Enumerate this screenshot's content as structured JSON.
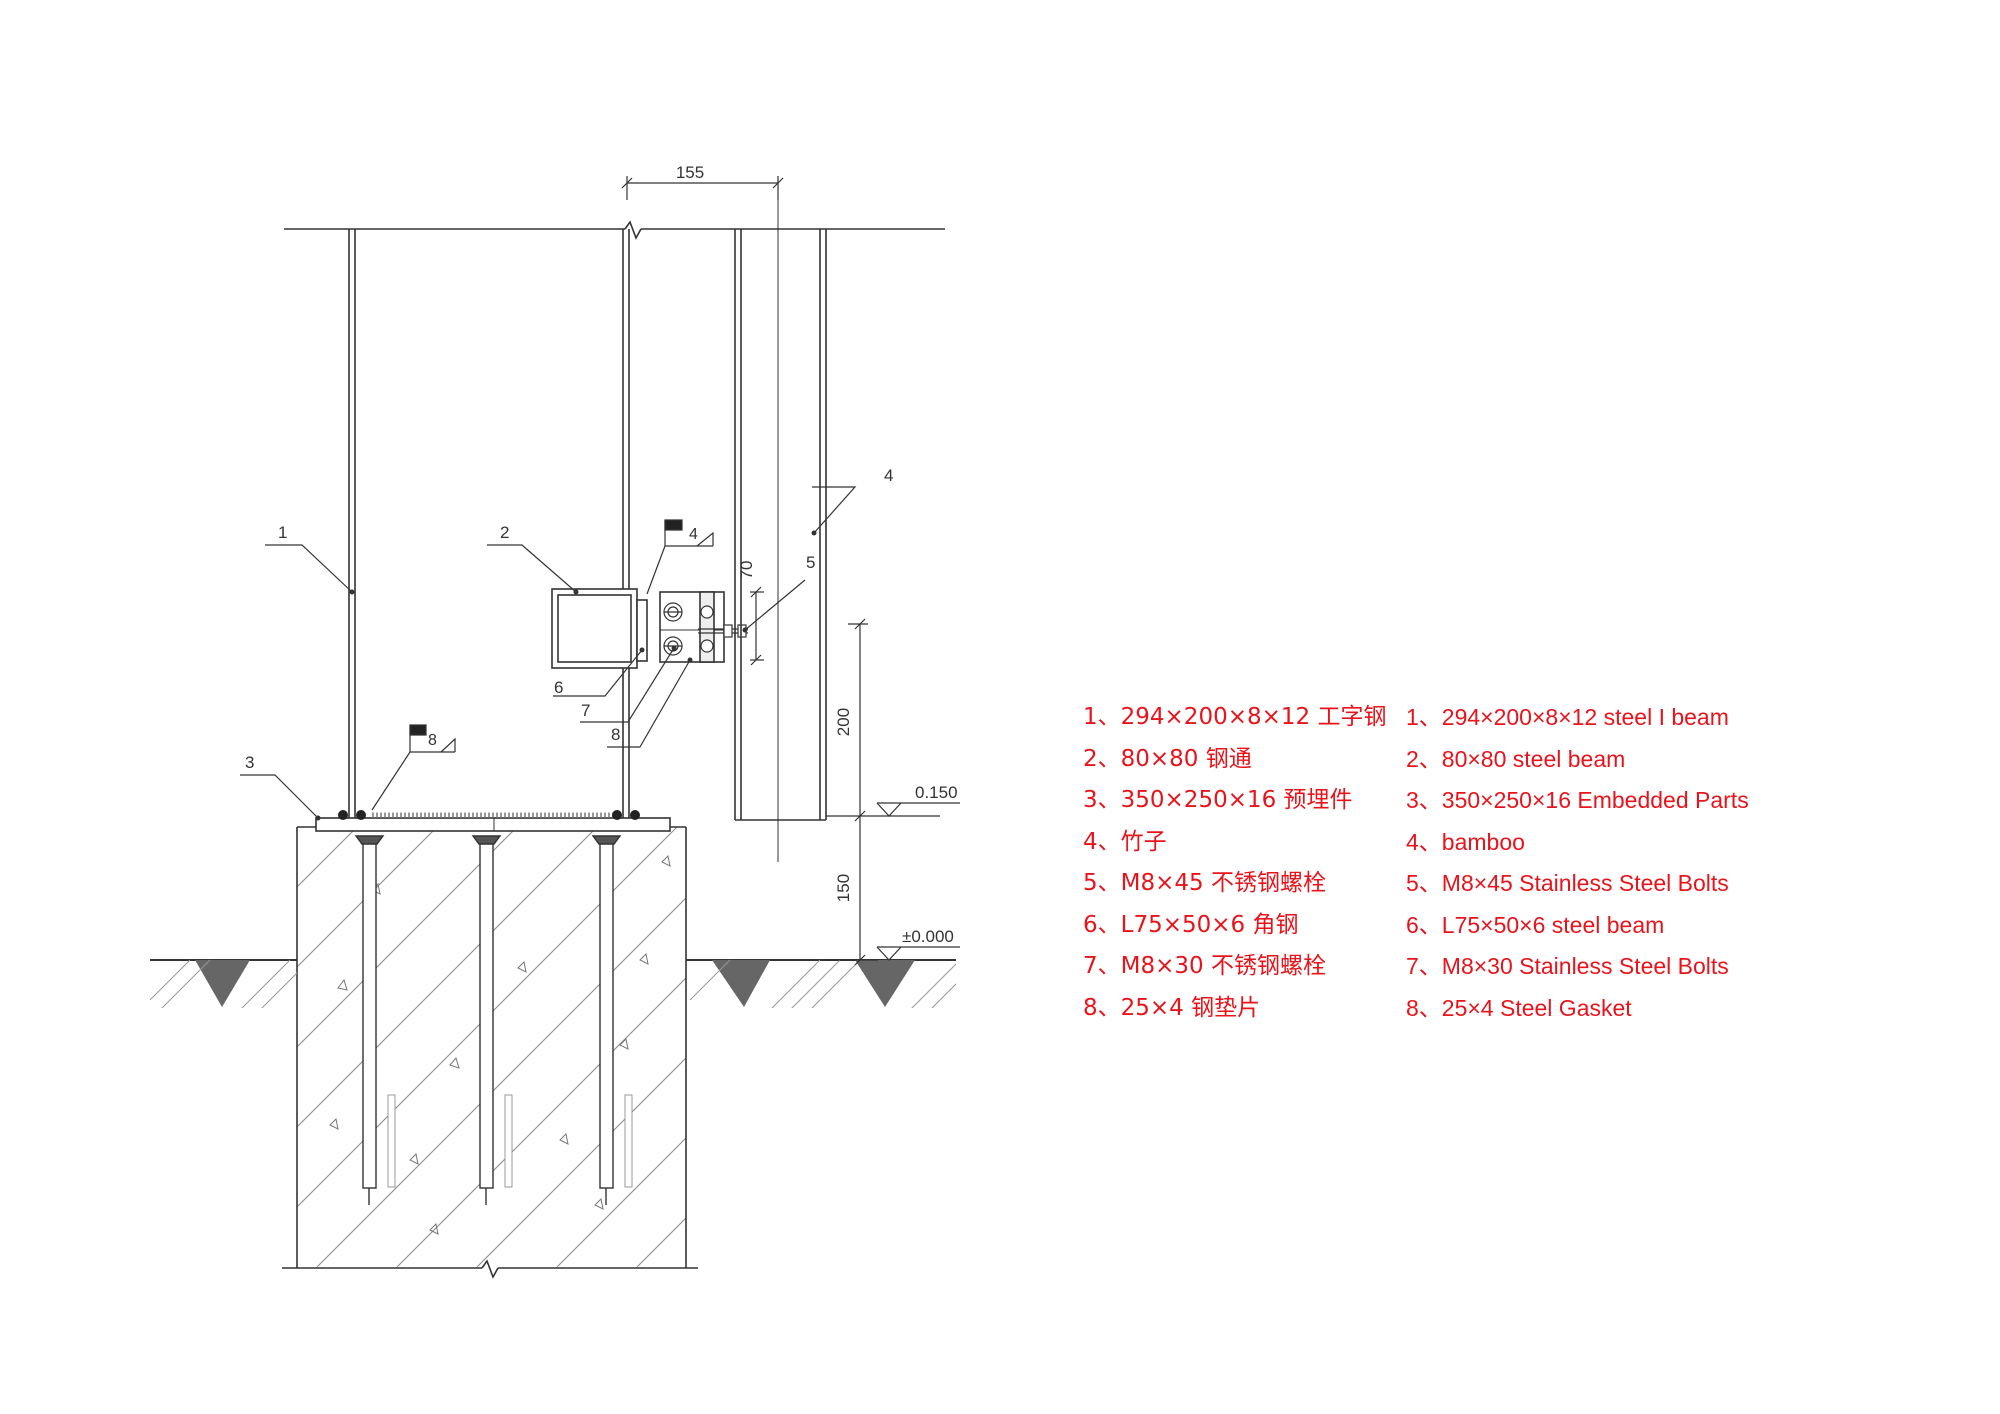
{
  "colors": {
    "legend": "#e8141c",
    "line": "#333333",
    "hatch": "#888888",
    "ground": "#555555"
  },
  "callouts": [
    "1",
    "2",
    "3",
    "4",
    "5",
    "6",
    "7",
    "8"
  ],
  "weld_flags": [
    "4",
    "8"
  ],
  "dimensions": {
    "top": "155",
    "slot": "70",
    "bracket_height": "200",
    "plinth_height": "150"
  },
  "elevations": {
    "top_of_plinth": "0.150",
    "ground": "±0.000"
  },
  "legend_cn": [
    "1、294×200×8×12 工字钢",
    "2、80×80 钢通",
    "3、350×250×16 预埋件",
    "4、竹子",
    "5、M8×45 不锈钢螺栓",
    "6、L75×50×6 角钢",
    "7、M8×30 不锈钢螺栓",
    "8、25×4 钢垫片"
  ],
  "legend_en": [
    "1、294×200×8×12 steel  I beam",
    "2、80×80 steel beam",
    "3、350×250×16 Embedded Parts",
    "4、bamboo",
    "5、M8×45 Stainless Steel Bolts",
    "6、L75×50×6 steel beam",
    "7、M8×30 Stainless Steel Bolts",
    "8、25×4 Steel Gasket"
  ]
}
